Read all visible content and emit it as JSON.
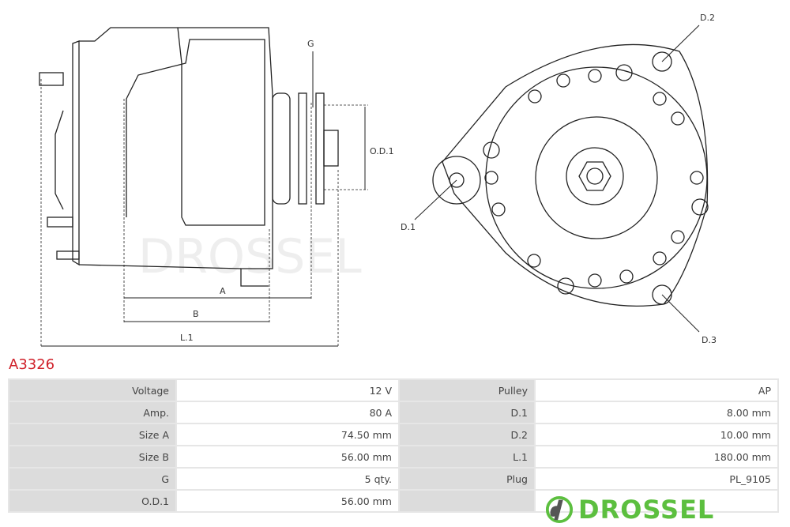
{
  "part_number": "A3326",
  "drawing_labels": {
    "g": "G",
    "od1": "O.D.1",
    "a": "A",
    "b": "B",
    "l1": "L.1",
    "d1": "D.1",
    "d2": "D.2",
    "d3": "D.3"
  },
  "watermark": "DROSSEL",
  "specs": [
    {
      "label": "Voltage",
      "value": "12 V",
      "label2": "Pulley",
      "value2": "AP"
    },
    {
      "label": "Amp.",
      "value": "80 A",
      "label2": "D.1",
      "value2": "8.00 mm"
    },
    {
      "label": "Size A",
      "value": "74.50 mm",
      "label2": "D.2",
      "value2": "10.00 mm"
    },
    {
      "label": "Size B",
      "value": "56.00 mm",
      "label2": "L.1",
      "value2": "180.00 mm"
    },
    {
      "label": "G",
      "value": "5 qty.",
      "label2": "Plug",
      "value2": "PL_9105"
    },
    {
      "label": "O.D.1",
      "value": "56.00 mm",
      "label2": "",
      "value2": ""
    }
  ],
  "logo": {
    "text": "DROSSEL",
    "color": "#5cbf3f"
  },
  "colors": {
    "title": "#d0212a"
  }
}
